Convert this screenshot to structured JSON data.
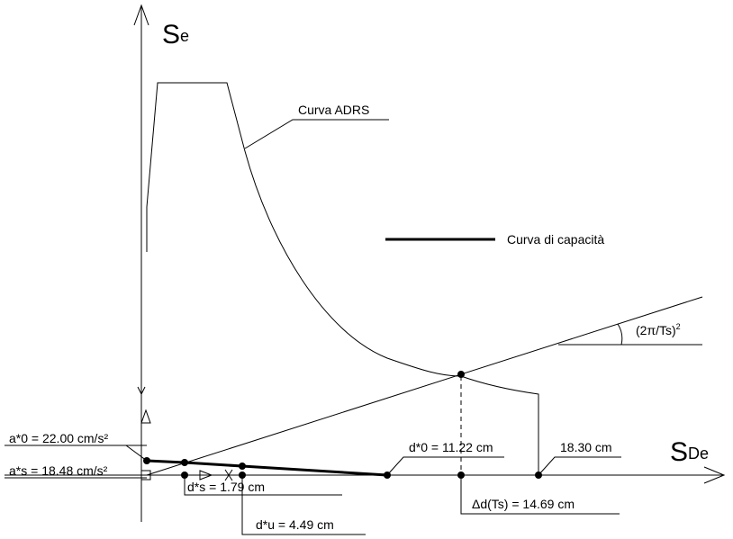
{
  "axes": {
    "y_label_main": "S",
    "y_label_sub": "e",
    "x_label_main": "S",
    "x_label_sub": "De"
  },
  "legend": {
    "adrs": "Curva ADRS",
    "capacity": "Curva di capacità"
  },
  "annotations": {
    "slope": "(2π/Ts)",
    "slope_exp": "2",
    "a0": "a*0 = 22.00 cm/s²",
    "as": "a*s = 18.48 cm/s²",
    "d0": "d*0 = 11.22 cm",
    "ds": "d*s = 1.79 cm",
    "du": "d*u = 4.49 cm",
    "dmax": "18.30 cm",
    "delta": "Δd(Ts) = 14.69 cm"
  },
  "colors": {
    "ink": "#000000",
    "background": "#ffffff"
  }
}
